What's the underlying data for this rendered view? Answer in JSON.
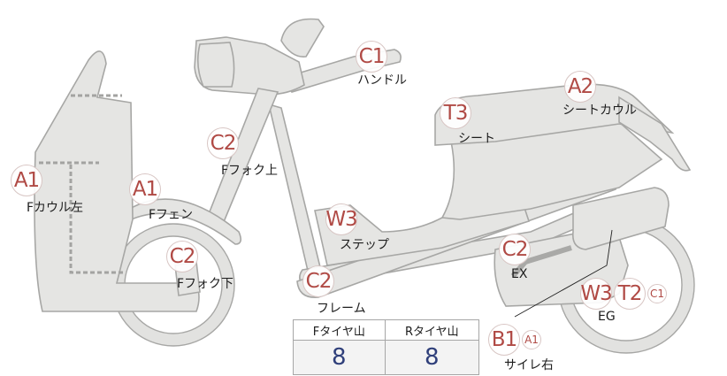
{
  "callouts": [
    {
      "id": "handle",
      "codes": [
        "C1"
      ],
      "label": "ハンドル"
    },
    {
      "id": "seat-cowl",
      "codes": [
        "A2"
      ],
      "label": "シートカウル"
    },
    {
      "id": "seat",
      "codes": [
        "T3"
      ],
      "label": "シート"
    },
    {
      "id": "front-fork-upper",
      "codes": [
        "C2"
      ],
      "label": "Fフォク上"
    },
    {
      "id": "front-cowl-left",
      "codes": [
        "A1"
      ],
      "label": "Fカウル左"
    },
    {
      "id": "front-fender",
      "codes": [
        "A1"
      ],
      "label": "Fフェン"
    },
    {
      "id": "step",
      "codes": [
        "W3"
      ],
      "label": "ステップ"
    },
    {
      "id": "exhaust",
      "codes": [
        "C2"
      ],
      "label": "EX"
    },
    {
      "id": "front-fork-lower",
      "codes": [
        "C2"
      ],
      "label": "Fフォク下"
    },
    {
      "id": "frame",
      "codes": [
        "C2"
      ],
      "label": "フレーム"
    },
    {
      "id": "engine",
      "codes": [
        "W3",
        "T2",
        "C1"
      ],
      "label": "EG"
    },
    {
      "id": "side-cover-right",
      "codes": [
        "B1",
        "A1"
      ],
      "label": "サイレ右"
    }
  ],
  "tire_table": {
    "headers": [
      "Fタイヤ山",
      "Rタイヤ山"
    ],
    "values": [
      "8",
      "8"
    ]
  }
}
